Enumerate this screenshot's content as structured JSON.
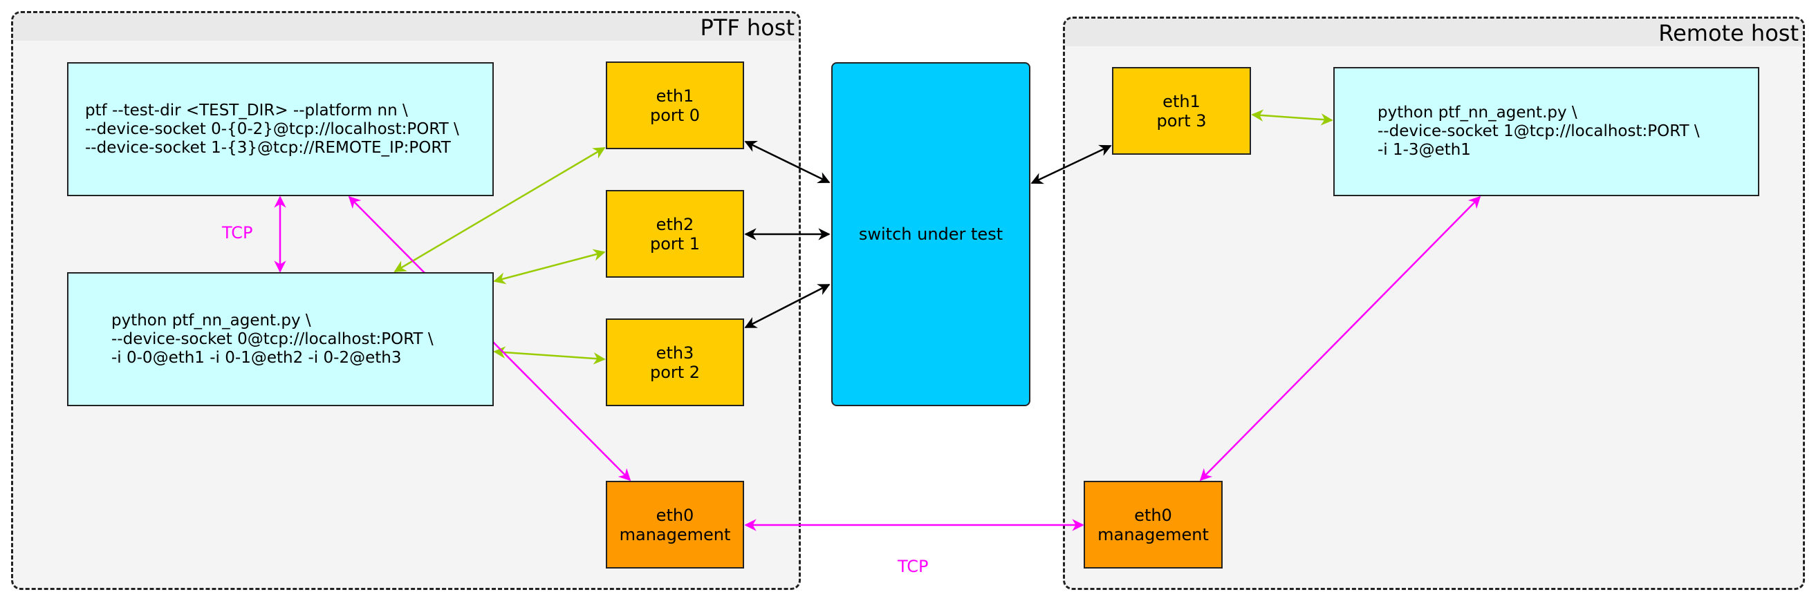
{
  "ptf_host": {
    "title": "PTF host",
    "ptf_command": {
      "line1": "ptf --test-dir <TEST_DIR> --platform nn \\",
      "line2": "--device-socket 0-{0-2}@tcp://localhost:PORT \\",
      "line3": "--device-socket 1-{3}@tcp://REMOTE_IP:PORT"
    },
    "agent_command": {
      "line1": "python ptf_nn_agent.py \\",
      "line2": "--device-socket 0@tcp://localhost:PORT \\",
      "line3": "-i 0-0@eth1 -i 0-1@eth2 -i 0-2@eth3"
    },
    "ports": [
      {
        "iface": "eth1",
        "port": "port 0"
      },
      {
        "iface": "eth2",
        "port": "port 1"
      },
      {
        "iface": "eth3",
        "port": "port 2"
      }
    ],
    "management": {
      "iface": "eth0",
      "role": "management"
    },
    "tcp_label": "TCP"
  },
  "switch": {
    "label": "switch under test"
  },
  "remote_host": {
    "title": "Remote host",
    "port": {
      "iface": "eth1",
      "port": "port 3"
    },
    "agent_command": {
      "line1": "python ptf_nn_agent.py \\",
      "line2": "--device-socket 1@tcp://localhost:PORT \\",
      "line3": "-i 1-3@eth1"
    },
    "management": {
      "iface": "eth0",
      "role": "management"
    }
  },
  "management_link": {
    "label": "TCP"
  },
  "colors": {
    "host_bg": "#f4f4f4",
    "host_title_bar": "#e9e9e9",
    "command_box": "#ccffff",
    "port_box": "#ffcc00",
    "management_box": "#ff9900",
    "switch": "#00ccff",
    "tcp_link": "#ff00ff",
    "data_link": "#99cc00",
    "switch_link": "#000000"
  }
}
